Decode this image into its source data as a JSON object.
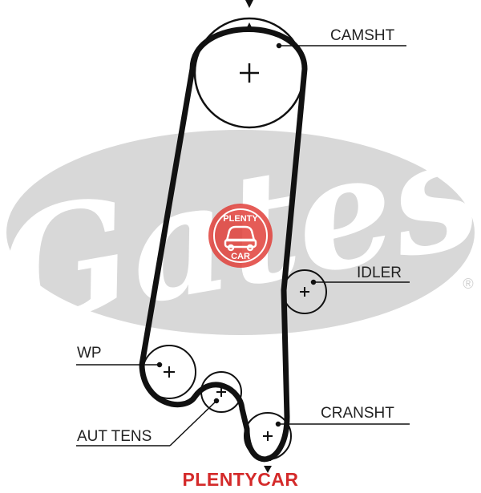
{
  "brand": {
    "logo_text": "Gates",
    "registered_mark": "®",
    "color": "#d8d8d8"
  },
  "watermark": {
    "badge_top": "PLENTY",
    "badge_bottom": "CAR",
    "badge_color": "#e0403a",
    "footer_text": "PLENTYCAR",
    "footer_color": "#d42a2a"
  },
  "labels": {
    "camshaft": "CAMSHT",
    "idler": "IDLER",
    "water_pump": "WP",
    "auto_tensioner": "AUT TENS",
    "crankshaft": "CRANSHT"
  },
  "colors": {
    "belt": "#111111",
    "pulley": "#111111",
    "background": "#ffffff"
  }
}
